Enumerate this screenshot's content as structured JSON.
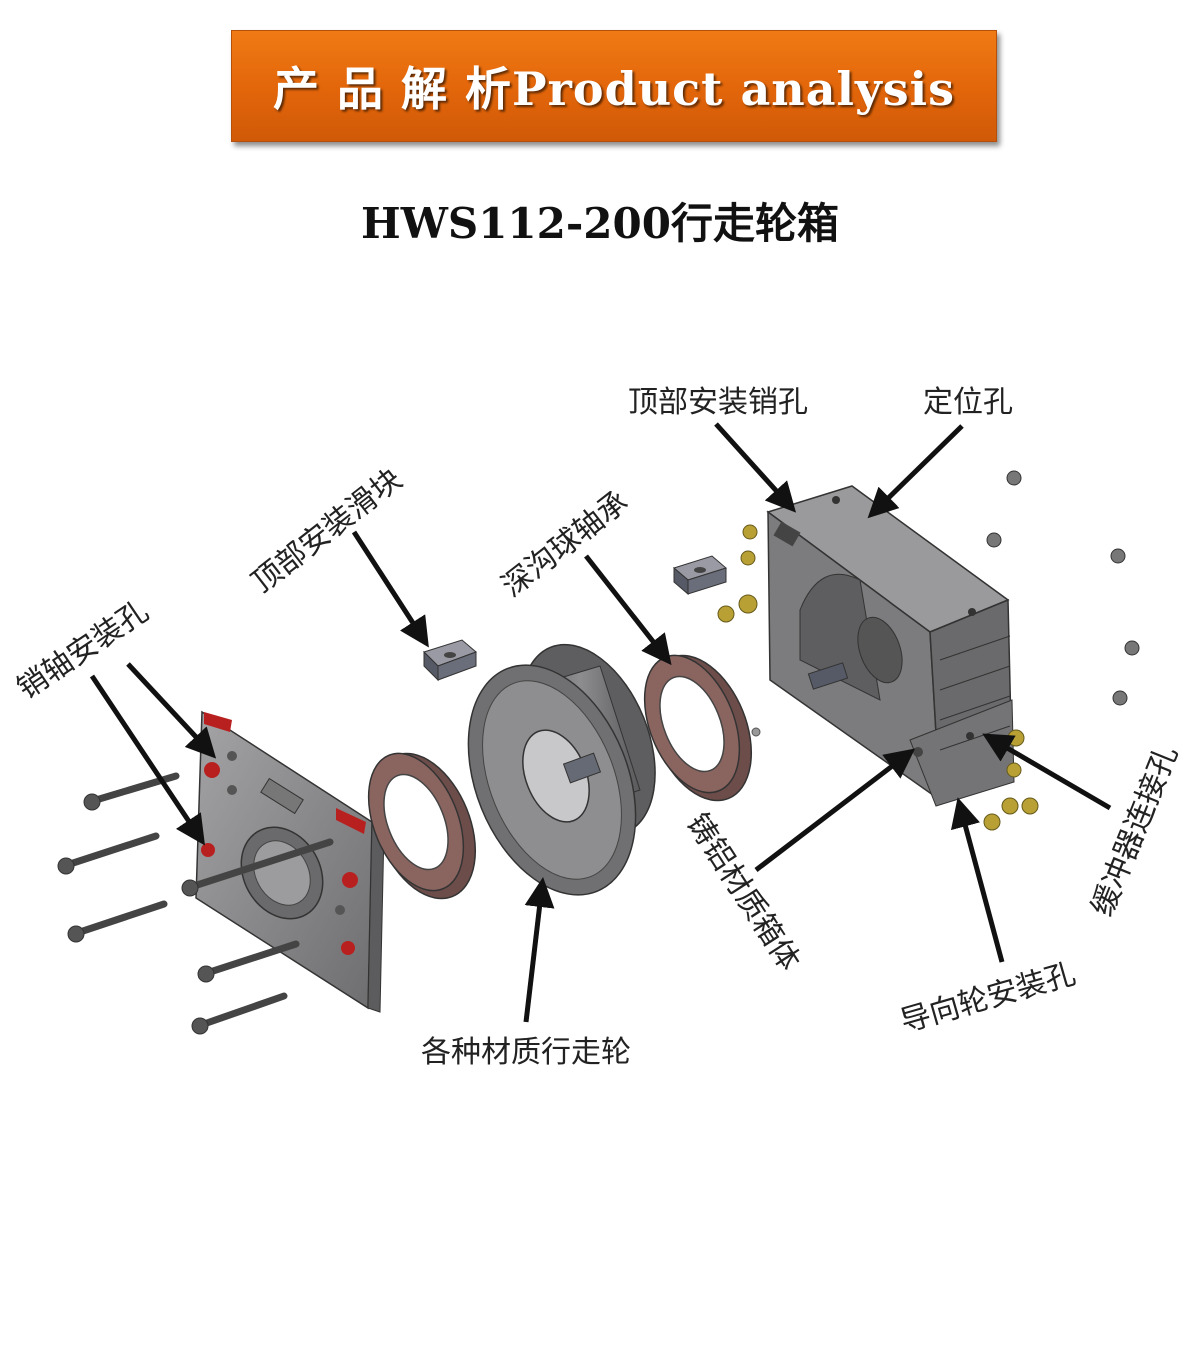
{
  "header": {
    "banner_text": "产 品 解 析Product analysis",
    "subtitle": "HWS112-200行走轮箱"
  },
  "labels": {
    "top_pin_hole": "顶部安装销孔",
    "positioning_hole": "定位孔",
    "top_slider": "顶部安装滑块",
    "bearing": "深沟球轴承",
    "pin_hole": "销轴安装孔",
    "housing": "铸铝材质箱体",
    "buffer_hole": "缓冲器连接孔",
    "guide_wheel_hole": "导向轮安装孔",
    "wheel": "各种材质行走轮"
  },
  "colors": {
    "banner": "#e66a0a",
    "metal": "#8a8a8c",
    "bearing": "#7a5550",
    "accent_red": "#b82020",
    "brass": "#b8a035"
  }
}
